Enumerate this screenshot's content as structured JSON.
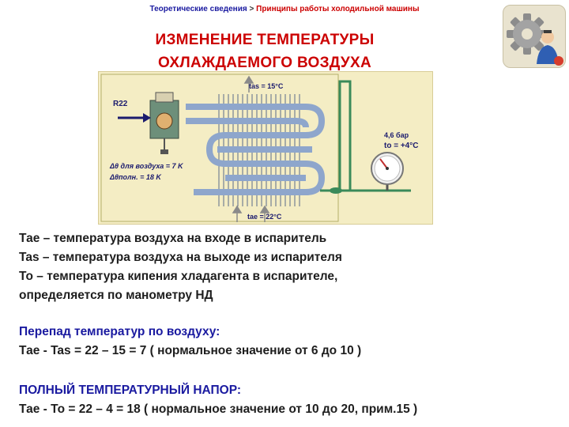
{
  "breadcrumb": {
    "parent": "Теоретические сведения",
    "separator": ">",
    "current": "Принципы работы холодильной машины"
  },
  "title": {
    "line1": "ИЗМЕНЕНИЕ ТЕМПЕРАТУРЫ",
    "line2": "ОХЛАЖДАЕМОГО ВОЗДУХА"
  },
  "logo": {
    "icon": "gear-with-person-icon"
  },
  "diagram": {
    "tas": "tas = 15°C",
    "refrigerant": "R22",
    "pressure": "4,6 бар",
    "to": "to = +4°C",
    "delta_air": "Δθ для воздуха = 7 K",
    "delta_full": "Δθполн. = 18 K",
    "tae": "tae = 22°C"
  },
  "definitions": {
    "tae": "Тае – температура воздуха на входе в испаритель",
    "tas": "Tas – температура воздуха на выходе из испарителя",
    "to_line1": "То  – температура кипения хладагента в испарителе,",
    "to_line2": "определяется по манометру НД"
  },
  "air_diff": {
    "heading": "Перепад температур по воздуху:",
    "formula": "Тае - Tas = 22 – 15 = 7 ( нормальное значение от 6 до 10 )"
  },
  "full_head": {
    "heading": "ПОЛНЫЙ ТЕМПЕРАТУРНЫЙ НАПОР:",
    "formula": "Тае - То = 22 – 4 = 18 ( нормальное значение от 10 до 20, прим.15 )"
  },
  "colors": {
    "title": "#cc0000",
    "heading_blue": "#1a1aa0",
    "diagram_bg": "#f4edc4",
    "coil": "#8ea6cc",
    "pipe": "#3a8a5a"
  }
}
